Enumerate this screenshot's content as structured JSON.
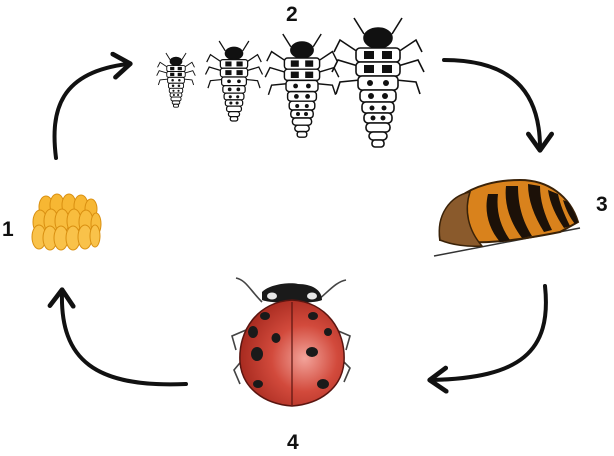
{
  "stages": [
    {
      "number": "1",
      "icon": "eggs-icon"
    },
    {
      "number": "2",
      "icon": "larva-icon"
    },
    {
      "number": "3",
      "icon": "pupa-icon"
    },
    {
      "number": "4",
      "icon": "ladybug-icon"
    }
  ],
  "colors": {
    "egg": "#f7b733",
    "egg_outline": "#d98f10",
    "pupa": "#d9821c",
    "pupa_dark": "#1c1108",
    "ladybug": "#c0342a",
    "ladybug_spot": "#1a1a1a",
    "arrow": "#111111"
  }
}
